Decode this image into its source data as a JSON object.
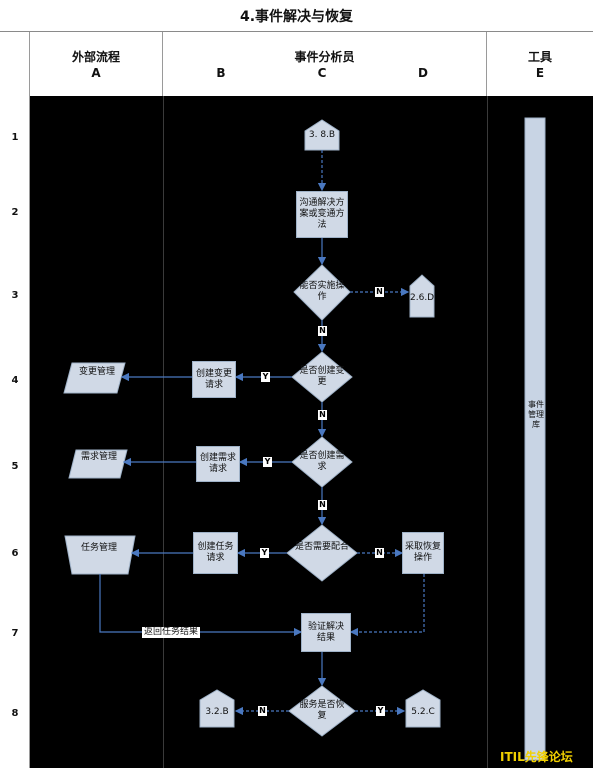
{
  "title": "4.事件解决与恢复",
  "columns": {
    "a": {
      "title": "外部流程",
      "letter": "A"
    },
    "bcd": {
      "title": "事件分析员",
      "letters": [
        "B",
        "C",
        "D"
      ]
    },
    "e": {
      "title": "工具",
      "letter": "E"
    }
  },
  "rows": [
    "1",
    "2",
    "3",
    "4",
    "5",
    "6",
    "7",
    "8"
  ],
  "nodes": {
    "ref_3_8b": "3. 8.B",
    "solution": "沟通解决方案或变通方法",
    "can_implement": "能否实施操作",
    "ref_2_6d": "2.6.D",
    "create_change_q": "是否创建变更",
    "create_change_req": "创建变更请求",
    "change_mgmt": "变更管理",
    "create_demand_q": "是否创建需求",
    "create_demand_req": "创建需求请求",
    "demand_mgmt": "需求管理",
    "need_coord_q": "是否需要配合",
    "create_task_req": "创建任务请求",
    "task_mgmt": "任务管理",
    "recovery": "采取恢复操作",
    "verify": "验证解决结果",
    "return_result": "返回任务结果",
    "service_restored_q": "服务是否恢复",
    "ref_3_2b": "3.2.B",
    "ref_5_2c": "5.2.C",
    "tool_db": "事件管理库"
  },
  "decisions": {
    "yes": "Y",
    "no": "N"
  },
  "watermark": "ITIL先锋论坛",
  "colors": {
    "process": "#d0d9e6",
    "arrow": "#4a78c0",
    "background": "#000000",
    "tool": "#c8d4e4"
  }
}
